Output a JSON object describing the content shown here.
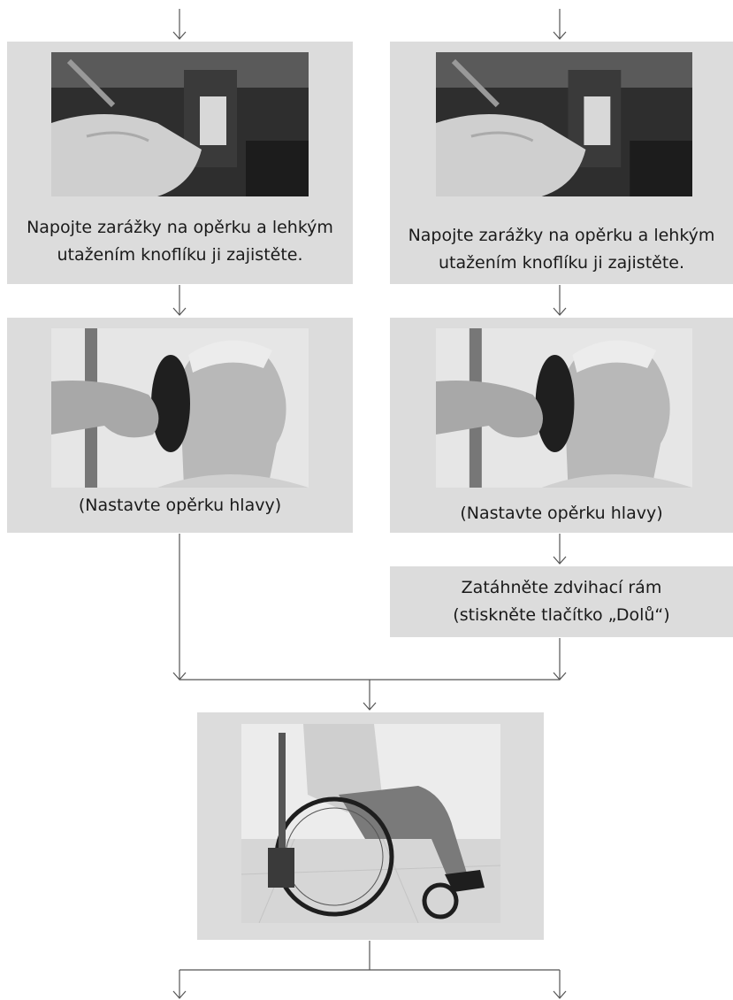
{
  "steps": {
    "left_attach": {
      "photo": "hand-attaching-latch-to-headrest-photo",
      "caption_line1": "Napojte zarážky na opěrku a lehkým",
      "caption_line2": "utažením knoflíku ji zajistěte."
    },
    "right_attach": {
      "photo": "hand-attaching-latch-to-headrest-photo",
      "caption_line1": "Napojte zarážky na opěrku a lehkým",
      "caption_line2": "utažením knoflíku ji zajistěte."
    },
    "left_adjust": {
      "photo": "man-with-headrest-photo",
      "caption": "(Nastavte opěrku hlavy)"
    },
    "right_adjust": {
      "photo": "man-with-headrest-photo",
      "caption": "(Nastavte opěrku hlavy)"
    },
    "retract": {
      "caption_line1": "Zatáhněte zdvihací rám",
      "caption_line2": "(stiskněte tlačítko „Dolů“)"
    },
    "final": {
      "photo": "man-seated-in-wheelchair-with-lift-photo"
    }
  },
  "colors": {
    "box_fill": "#dcdcdc",
    "connector": "#555555"
  }
}
